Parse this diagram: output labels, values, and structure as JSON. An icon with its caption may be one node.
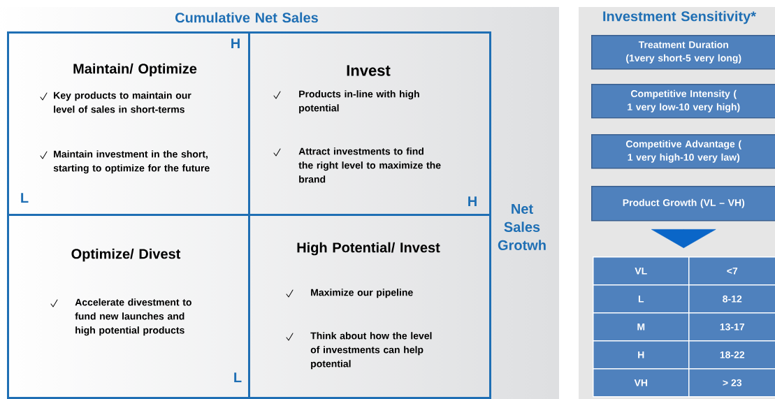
{
  "diagram": {
    "nodes": [
      {
        "text": [
          "Maintain/ Optimize",
          "Key products to maintain our level of sales in short-terms",
          "Maintain investment in the short, starting to optimize for the future"
        ]
      },
      {
        "text": [
          "Invest",
          "Products in-line with high potential",
          "Attract investments to find the right level to maximize the brand"
        ]
      },
      {
        "text": [
          "Optimize/ Divest",
          "Accelerate divestment to fund new launches and high potential products"
        ]
      },
      {
        "text": [
          "High Potential/ Invest",
          "Maximize our pipeline",
          "Think about how the level of investments can help potential"
        ]
      },
      {
        "text": [
          "Treatment Duration (1very short-5 very long)"
        ]
      },
      {
        "text": [
          "Competitive Intensity ( 1 very low-10 very high)"
        ]
      },
      {
        "text": [
          "Competitive Advantage ( 1 very high-10 very law)"
        ]
      },
      {
        "text": [
          "Product Growth (VL – VH)"
        ]
      },
      {
        "text": [
          "VL",
          "<7",
          "L",
          "8-12",
          "M",
          "13-17",
          "H",
          "18-22",
          "VH",
          "> 23"
        ]
      }
    ],
    "edges": [
      {
        "from": 7,
        "to": 8,
        "arrow": "to"
      }
    ],
    "labels": [
      "Cumulative Net Sales",
      "Investment Sensitivity*",
      "H",
      "L",
      "H",
      "Net Sales Grotwh",
      "L"
    ]
  }
}
